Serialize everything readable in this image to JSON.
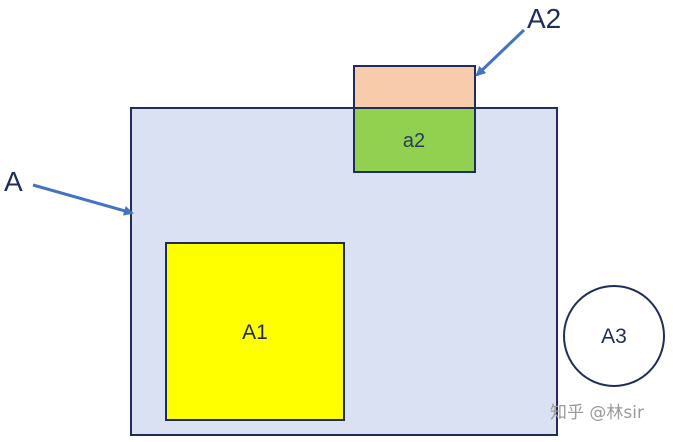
{
  "diagram": {
    "labels": {
      "A": "A",
      "A1": "A1",
      "A2": "A2",
      "a2": "a2",
      "A3": "A3"
    },
    "watermark": "知乎 @林sir",
    "colors": {
      "outline": "#1f2d5c",
      "box_A_fill": "#d9e1f2",
      "box_A1_fill": "#ffff00",
      "box_A2_top_fill": "#f8cbad",
      "box_a2_fill": "#92d050",
      "circle_A3_fill": "#ffffff",
      "arrow": "#4472c4"
    }
  }
}
